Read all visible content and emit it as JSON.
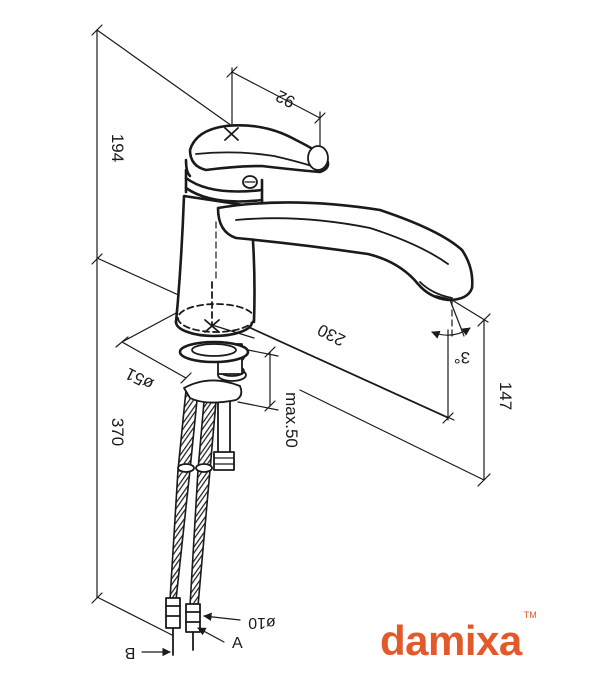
{
  "diagram": {
    "dimensions": {
      "overall_height": "194",
      "lever_length": "92",
      "spout_reach": "230",
      "spout_height": "147",
      "below_counter": "370",
      "base_diameter": "ø51",
      "max_thickness": "max.50",
      "hose_diameter": "ø10",
      "spout_angle": "3°"
    },
    "hose_labels": {
      "a": "A",
      "b": "B"
    }
  },
  "brand": {
    "name": "damixa",
    "trademark": "TM",
    "color": "#e2592b"
  },
  "colors": {
    "line": "#1a1a1a",
    "background": "#ffffff"
  }
}
